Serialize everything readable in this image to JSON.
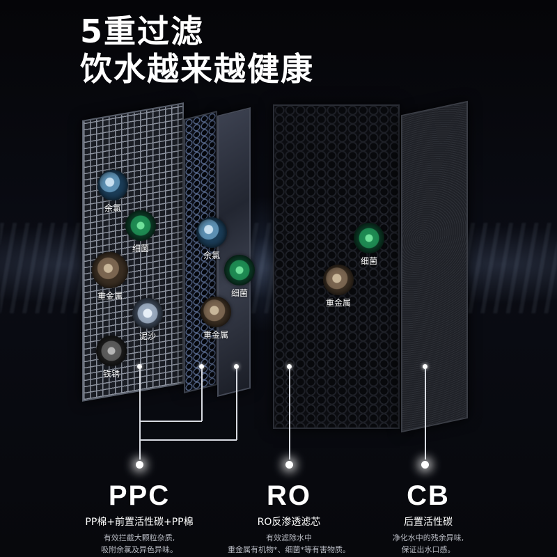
{
  "headline": {
    "line1": "5重过滤",
    "line2": "饮水越来越健康"
  },
  "panel1_labels": [
    "余氯",
    "细菌",
    "重金属",
    "泥沙",
    "铁锈"
  ],
  "panel2_labels": [
    "余氯",
    "细菌",
    "重金属"
  ],
  "panel3_labels": [
    "细菌",
    "重金属"
  ],
  "stages": [
    {
      "code": "PPC",
      "name": "PP棉+前置活性碳+PP棉",
      "desc": "有效拦截大颗粒杂质,\n吸附余氯及异色异味。"
    },
    {
      "code": "RO",
      "name": "RO反渗透滤芯",
      "desc": "有效滤除水中\n重金属有机物*、细菌*等有害物质。"
    },
    {
      "code": "CB",
      "name": "后置活性碳",
      "desc": "净化水中的残余异味,\n保证出水口感。"
    }
  ],
  "colors": {
    "background": "#06060a",
    "text": "#ffffff",
    "desc_text": "#b7bac2",
    "line": "#d8dbe2"
  }
}
